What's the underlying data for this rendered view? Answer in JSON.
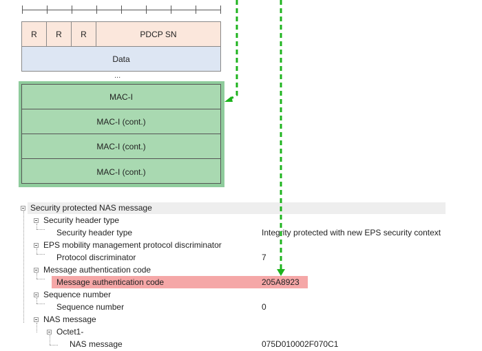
{
  "pdcp_header": {
    "r_bits": [
      "R",
      "R",
      "R"
    ],
    "sn_label": "PDCP SN",
    "data_label": "Data",
    "ellipsis": "..."
  },
  "mac_i_block": {
    "rows": [
      "MAC-I",
      "MAC-I (cont.)",
      "MAC-I (cont.)",
      "MAC-I (cont.)"
    ]
  },
  "tree": {
    "root": "Security protected NAS message",
    "security_header_type": {
      "label": "Security header type",
      "field": "Security header type",
      "value": "Integrity protected with new EPS security context"
    },
    "epd": {
      "label": "EPS mobility management protocol discriminator",
      "field": "Protocol discriminator",
      "value": "7"
    },
    "mac": {
      "label": "Message authentication code",
      "field": "Message authentication code",
      "value": "205A8923"
    },
    "sequence": {
      "label": "Sequence number",
      "field": "Sequence number",
      "value": "0"
    },
    "nas": {
      "label": "NAS message",
      "octet": "Octet1-",
      "field": "NAS message",
      "value": "075D010002F070C1"
    }
  },
  "colors": {
    "arrow": "#1db31d",
    "highlight": "#f5a7a7",
    "mac_block": "#a9d9b1",
    "header_fill": "#fbe7dc",
    "data_fill": "#dde6f3"
  }
}
